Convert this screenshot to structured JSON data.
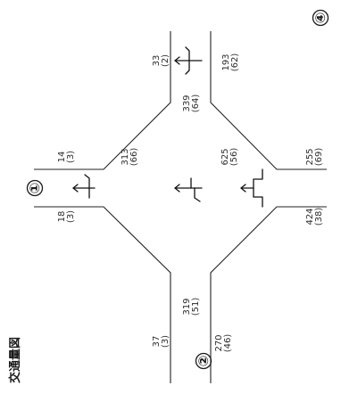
{
  "title": "交通量図",
  "nodes": {
    "n1": {
      "label": "①"
    },
    "n2": {
      "label": "②"
    },
    "n4": {
      "label": "④"
    }
  },
  "counts": {
    "n1_top": {
      "value": "14",
      "peak": "(3)"
    },
    "n1_right": {
      "value": "313",
      "peak": "(66)"
    },
    "n1_left": {
      "value": "18",
      "peak": "(3)"
    },
    "n2_top": {
      "value": "37",
      "peak": "(3)"
    },
    "n2_mid": {
      "value": "319",
      "peak": "(51)"
    },
    "n2_bottom": {
      "value": "270",
      "peak": "(46)"
    },
    "n3_top": {
      "value": "625",
      "peak": "(56)"
    },
    "n3_right": {
      "value": "255",
      "peak": "(69)"
    },
    "n3_bottom": {
      "value": "424",
      "peak": "(38)"
    },
    "n4_top": {
      "value": "33",
      "peak": "(2)"
    },
    "n4_right": {
      "value": "193",
      "peak": "(62)"
    },
    "n4_mid": {
      "value": "339",
      "peak": "(64)"
    }
  }
}
